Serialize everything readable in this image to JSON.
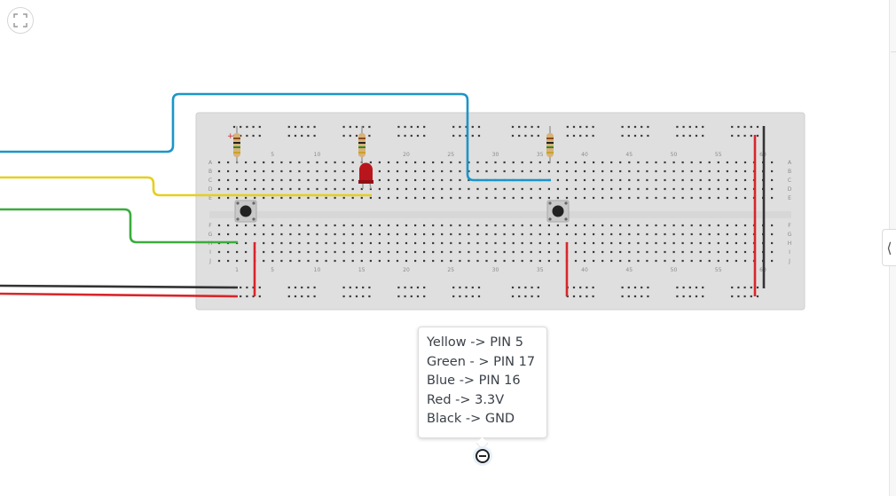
{
  "toolbar": {
    "fit_icon": "fullscreen-corners-icon"
  },
  "side_panel": {
    "toggle_icon": "chevron-left-icon",
    "toggle_glyph": "⟨"
  },
  "breadboard": {
    "column_numbers": [
      "1",
      "5",
      "10",
      "15",
      "20",
      "25",
      "30",
      "35",
      "40",
      "45",
      "50",
      "55",
      "60"
    ],
    "row_letters_top": [
      "A",
      "B",
      "C",
      "D",
      "E"
    ],
    "row_letters_bottom": [
      "F",
      "G",
      "H",
      "I",
      "J"
    ],
    "rail_plus_symbol": "+"
  },
  "components": {
    "resistors": 3,
    "led_color": "red",
    "pushbuttons": 2
  },
  "wires": [
    {
      "name": "blue",
      "color": "#1a96c8"
    },
    {
      "name": "yellow",
      "color": "#e6cf1e"
    },
    {
      "name": "green",
      "color": "#3aac3c"
    },
    {
      "name": "black",
      "color": "#333333"
    },
    {
      "name": "red",
      "color": "#d8262a"
    }
  ],
  "note": {
    "lines": [
      "Yellow -> PIN 5",
      "Green - > PIN 17",
      "Blue -> PIN 16",
      "Red -> 3.3V",
      "Black -> GND"
    ],
    "toggle_icon": "minus-circle-icon"
  }
}
